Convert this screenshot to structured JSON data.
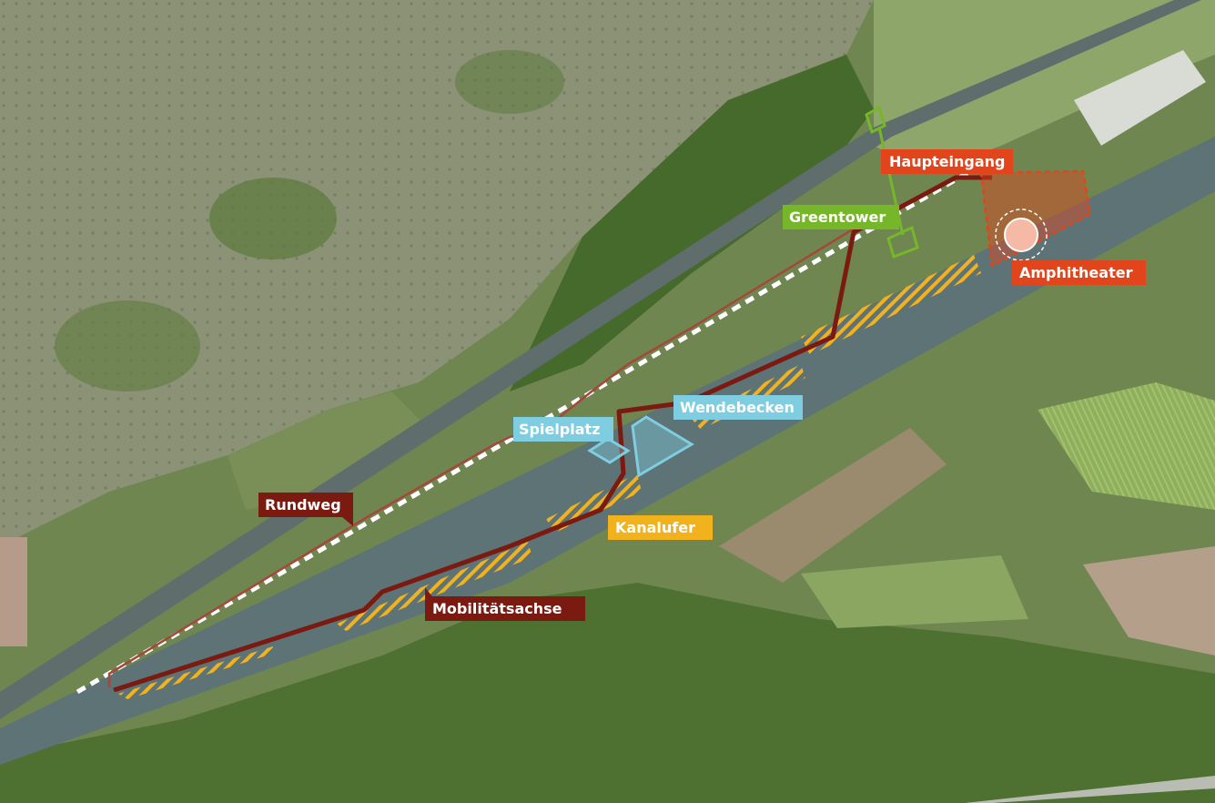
{
  "map": {
    "labels": {
      "haupteingang": "Haupteingang",
      "greentower": "Greentower",
      "amphitheater": "Amphitheater",
      "wendebecken": "Wendebecken",
      "spielplatz": "Spielplatz",
      "rundweg": "Rundweg",
      "kanalufer": "Kanalufer",
      "mobilitaetsachse": "Mobilitätsachse"
    },
    "colors": {
      "rundweg": "#7a1a10",
      "mobilitaetsachse": "#7a1a10",
      "kanalufer": "#f2b21d",
      "wendebecken": "#7fcde0",
      "spielplatz": "#7fcde0",
      "greentower": "#76b72a",
      "haupteingang": "#e2451c",
      "amphitheater": "#e2451c",
      "canal": "#5d7376",
      "rail_dashed": "#ffffff"
    }
  }
}
